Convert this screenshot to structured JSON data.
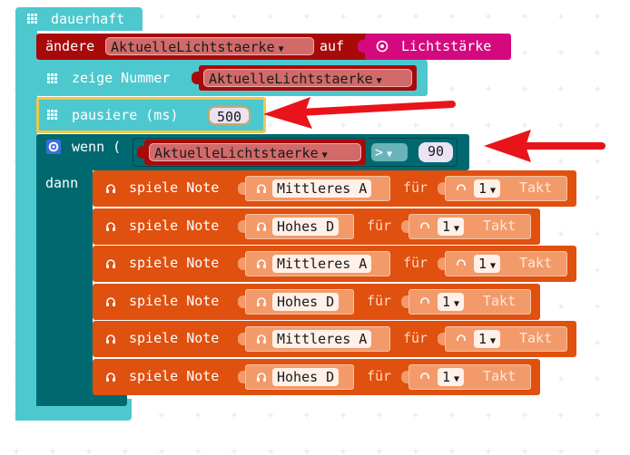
{
  "loop": {
    "label": "dauerhaft"
  },
  "set_block": {
    "verb": "ändere",
    "variable": "AktuelleLichtstaerke",
    "connector": "auf",
    "sensor_label": "Lichtstärke"
  },
  "show_number": {
    "label": "zeige Nummer",
    "variable": "AktuelleLichtstaerke"
  },
  "pause": {
    "label": "pausiere (ms)",
    "value": "500"
  },
  "if_block": {
    "if_label": "wenn (",
    "then_label": "dann",
    "variable": "AktuelleLichtstaerke",
    "operator": ">",
    "compare_value": "90"
  },
  "notes": [
    {
      "label": "spiele Note",
      "note": "Mittleres A",
      "for": "für",
      "beats": "1",
      "unit": "Takt"
    },
    {
      "label": "spiele Note",
      "note": "Hohes D",
      "for": "für",
      "beats": "1",
      "unit": "Takt"
    },
    {
      "label": "spiele Note",
      "note": "Mittleres A",
      "for": "für",
      "beats": "1",
      "unit": "Takt"
    },
    {
      "label": "spiele Note",
      "note": "Hohes D",
      "for": "für",
      "beats": "1",
      "unit": "Takt"
    },
    {
      "label": "spiele Note",
      "note": "Mittleres A",
      "for": "für",
      "beats": "1",
      "unit": "Takt"
    },
    {
      "label": "spiele Note",
      "note": "Hohes D",
      "for": "für",
      "beats": "1",
      "unit": "Takt"
    }
  ],
  "colors": {
    "basic": "#4ec8cf",
    "variables": "#a80a0a",
    "input": "#d4097e",
    "logic": "#006970",
    "music": "#e0500e",
    "highlight": "#f0c84a",
    "arrow": "#e8141a"
  }
}
